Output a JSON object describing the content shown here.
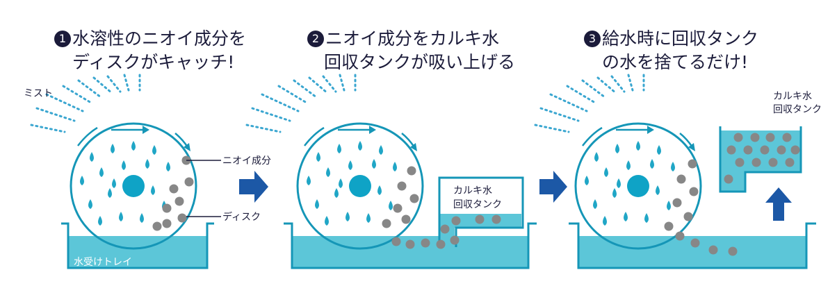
{
  "colors": {
    "water": "#5cc6d8",
    "outline": "#1596b7",
    "drop": "#20a6c6",
    "hub": "#0fa3c6",
    "odor": "#878787",
    "mist": "#3aa6d0",
    "arrow": "#1c58a6",
    "text": "#1b1b3a"
  },
  "steps": [
    {
      "number": "1",
      "line1": "水溶性のニオイ成分を",
      "line2": "ディスクがキャッチ!"
    },
    {
      "number": "2",
      "line1": "ニオイ成分をカルキ水",
      "line2": "回収タンクが吸い上げる"
    },
    {
      "number": "3",
      "line1": "給水時に回収タンク",
      "line2": "の水を捨てるだけ!"
    }
  ],
  "labels": {
    "mist": "ミスト",
    "odor": "ニオイ成分",
    "disc": "ディスク",
    "tray": "水受けトレイ",
    "tank2_line1": "カルキ水",
    "tank2_line2": "回収タンク",
    "tank3_line1": "カルキ水",
    "tank3_line2": "回収タンク"
  },
  "icons": {
    "step_arrow": "right-arrow-icon",
    "lift_arrow": "up-arrow-icon",
    "rotation": "curved-arrow-icon"
  }
}
